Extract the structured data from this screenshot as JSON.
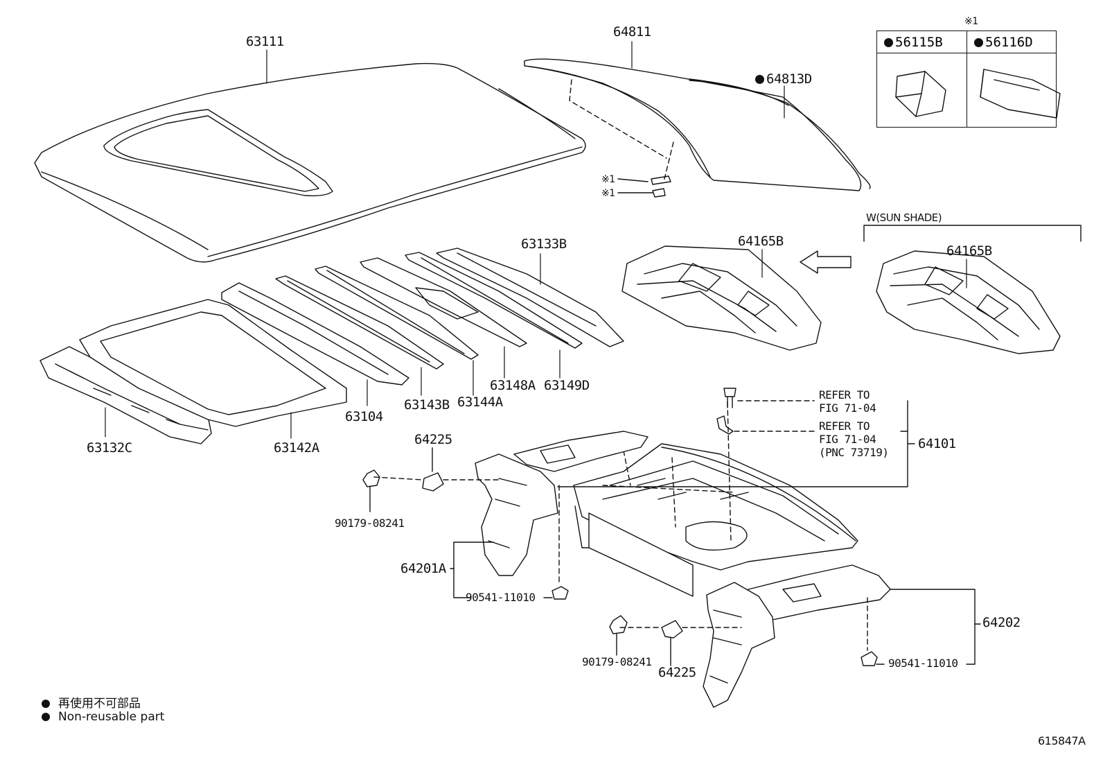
{
  "labels": {
    "p63111": "63111",
    "p64811": "64811",
    "p64813D": "64813D",
    "p63133B": "63133B",
    "p64165B_main": "64165B",
    "p64165B_alt": "64165B",
    "sunshade": "W(SUN SHADE)",
    "p63132C": "63132C",
    "p63142A": "63142A",
    "p63104": "63104",
    "p63143B": "63143B",
    "p63144A": "63144A",
    "p63148A": "63148A",
    "p63149D": "63149D",
    "p64225_top": "64225",
    "p64225_bot": "64225",
    "p90179_top": "90179-08241",
    "p90179_bot": "90179-08241",
    "p64201A": "64201A",
    "p90541_left": "90541-11010",
    "p90541_right": "90541-11010",
    "p64202": "64202",
    "p64101": "64101",
    "ref1_a": "REFER TO",
    "ref1_b": "FIG 71-04",
    "ref2_a": "REFER TO",
    "ref2_b": "FIG 71-04",
    "ref2_c": "(PNC 73719)",
    "note_top": "※1",
    "note_1": "※1",
    "note_2": "※1",
    "inset_a": "56115B",
    "inset_b": "56116D",
    "figure_id": "615847A"
  },
  "legend": {
    "line1": "再使用不可部品",
    "line2": "Non-reusable part"
  }
}
